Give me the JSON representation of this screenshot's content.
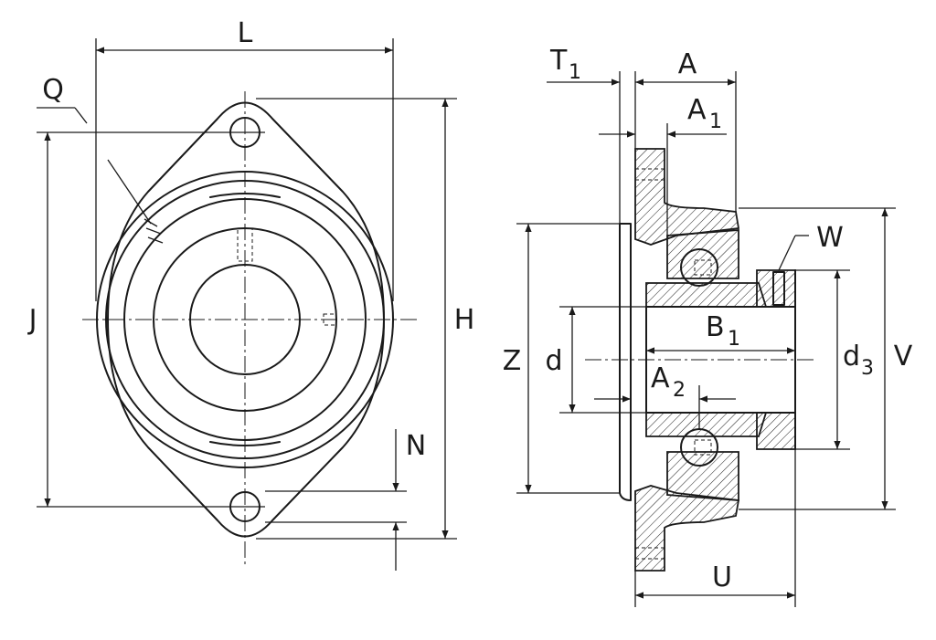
{
  "labels": {
    "L": "L",
    "Q": "Q",
    "J": "J",
    "H": "H",
    "N": "N",
    "T": "T",
    "T_sub": "1",
    "A": "A",
    "A1": "A",
    "A1_sub": "1",
    "W": "W",
    "B1": "B",
    "B1_sub": "1",
    "Z": "Z",
    "d": "d",
    "d3": "d",
    "d3_sub": "3",
    "V": "V",
    "A2": "A",
    "A2_sub": "2",
    "U": "U"
  }
}
